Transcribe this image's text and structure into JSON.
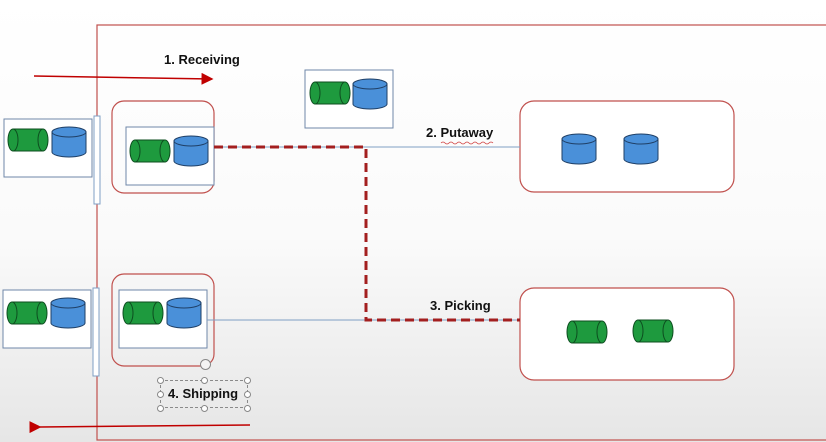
{
  "labels": {
    "receiving": "1. Receiving",
    "putaway": "2. Putaway",
    "picking": "3. Picking",
    "shipping": "4. Shipping"
  },
  "colors": {
    "frame": "#c0504d",
    "dashed_path": "#a31f1f",
    "flow_line": "#7f9fc4",
    "green_item": "#1e9a3e",
    "blue_item": "#4a90d9",
    "arrow": "#c00000"
  },
  "icons": {
    "green_item": "green-cylinder-icon",
    "blue_item": "blue-cylinder-icon"
  }
}
